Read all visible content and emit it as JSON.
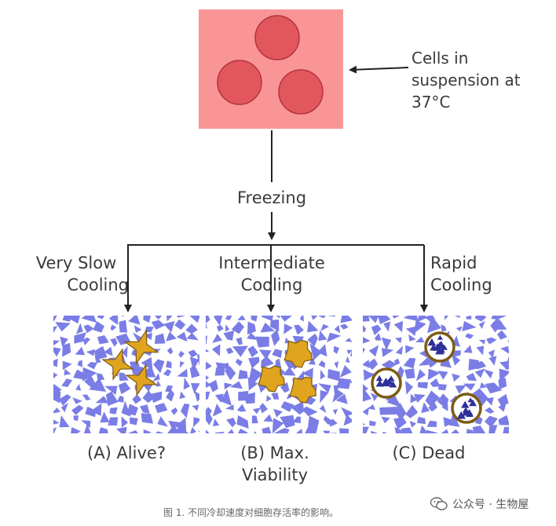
{
  "source": {
    "caption_lines": [
      "Cells in",
      "suspension at",
      "37°C"
    ],
    "colors": {
      "box": "#f99596",
      "cell": "#e2575e",
      "cell_stroke": "#b3343c"
    }
  },
  "process": {
    "label": "Freezing"
  },
  "branches": [
    {
      "heading": [
        "Very Slow",
        "Cooling"
      ],
      "result": [
        "(A) Alive?"
      ],
      "cell_state": "shrunken"
    },
    {
      "heading": [
        "Intermediate",
        "Cooling"
      ],
      "result": [
        "(B) Max.",
        "Viability"
      ],
      "cell_state": "intact"
    },
    {
      "heading": [
        "Rapid",
        "Cooling"
      ],
      "result": [
        "(C) Dead"
      ],
      "cell_state": "ice-filled"
    }
  ],
  "ice_colors": {
    "crystal": "#7b7de6",
    "cell": "#e0a41e",
    "cell_stroke": "#7c5b13"
  },
  "figure_caption": "图 1. 不同冷却速度对细胞存活率的影响。",
  "watermark": {
    "text": "公众号 · 生物屋",
    "icon": "wechat-icon"
  }
}
